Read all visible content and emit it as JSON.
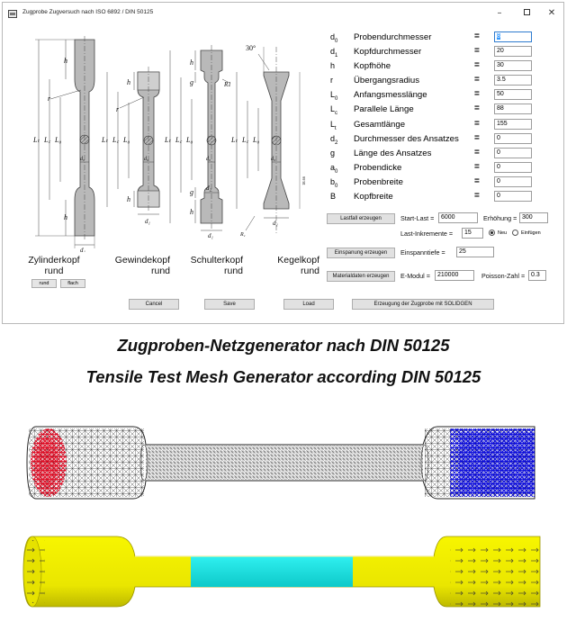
{
  "window": {
    "title": "Zugprobe Zugversuch nach ISO 6892 / DIN 50125",
    "controls": {
      "minimize": "–",
      "close": "✕"
    }
  },
  "drawing": {
    "labels": {
      "h": "h",
      "r": "r",
      "Lt": "Lₜ",
      "Lc": "L꜀",
      "L0": "L₀",
      "d0": "d₀",
      "d1": "d₁",
      "g": "g",
      "d2": "d₂",
      "R1": "R1",
      "angle": "30°",
      "Rlim": "R₁",
      "hatch_note": "18.66"
    },
    "specimens": [
      {
        "line1": "Zylinderkopf",
        "line2": "rund"
      },
      {
        "line1": "Gewindekopf",
        "line2": "rund"
      },
      {
        "line1": "Schulterkopf",
        "line2": "rund"
      },
      {
        "line1": "Kegelkopf",
        "line2": "rund"
      }
    ],
    "buttons": {
      "rund": "rund",
      "flach": "flach"
    }
  },
  "parameters": [
    {
      "sym": "d",
      "sub": "0",
      "name": "Probendurchmesser",
      "value": "8",
      "active": true
    },
    {
      "sym": "d",
      "sub": "1",
      "name": "Kopfdurchmesser",
      "value": "20"
    },
    {
      "sym": "h",
      "sub": "",
      "name": "Kopfhöhe",
      "value": "30"
    },
    {
      "sym": "r",
      "sub": "",
      "name": "Übergangsradius",
      "value": "3.5"
    },
    {
      "sym": "L",
      "sub": "0",
      "name": "Anfangsmesslänge",
      "value": "50"
    },
    {
      "sym": "L",
      "sub": "c",
      "name": "Parallele Länge",
      "value": "88"
    },
    {
      "sym": "L",
      "sub": "t",
      "name": "Gesamtlänge",
      "value": "155"
    },
    {
      "sym": "d",
      "sub": "2",
      "name": "Durchmesser des Ansatzes",
      "value": "0"
    },
    {
      "sym": "g",
      "sub": "",
      "name": "Länge des Ansatzes",
      "value": "0"
    },
    {
      "sym": "a",
      "sub": "0",
      "name": "Probendicke",
      "value": "0"
    },
    {
      "sym": "b",
      "sub": "0",
      "name": "Probenbreite",
      "value": "0"
    },
    {
      "sym": "B",
      "sub": "",
      "name": "Kopfbreite",
      "value": "0"
    }
  ],
  "eq": "=",
  "load": {
    "button": "Lastfall erzeugen",
    "start_label": "Start-Last =",
    "start_value": "6000",
    "inc_label": "Erhöhung =",
    "inc_value": "300",
    "steps_label": "Last-Inkremente =",
    "steps_value": "15",
    "radio_new": "Neu",
    "radio_add": "Einfügen"
  },
  "clamp": {
    "button": "Einspanung erzeugen",
    "label": "Einspanntiefe =",
    "value": "25"
  },
  "material": {
    "button": "Materialdaten erzeugen",
    "emod_label": "E-Modul =",
    "emod_value": "210000",
    "poisson_label": "Poisson-Zahl =",
    "poisson_value": "0.3"
  },
  "footer": {
    "cancel": "Cancel",
    "save": "Save",
    "load": "Load",
    "generate": "Erzeugung der Zugprobe mit SOLIDGEN"
  },
  "captions": {
    "de": "Zugproben-Netzgenerator nach DIN 50125",
    "en": "Tensile Test Mesh Generator according DIN 50125"
  },
  "colors": {
    "mesh_red": "#e0001a",
    "mesh_blue": "#0000dd",
    "solid_yellow": "#f2ee00",
    "solid_cyan": "#12e6e6"
  }
}
